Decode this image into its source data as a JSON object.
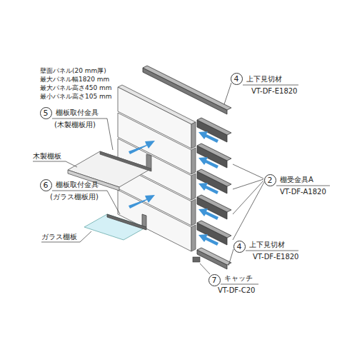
{
  "diagram": {
    "nodes": [
      {
        "text": [
          "4"
        ]
      },
      {
        "text": [
          "5"
        ]
      },
      {
        "text": [
          "2"
        ]
      },
      {
        "text": [
          "6"
        ]
      },
      {
        "text": [
          "4"
        ]
      },
      {
        "text": [
          "7"
        ]
      }
    ],
    "labels": [
      "壁面パネル(20 mm厚)",
      "最大パネル幅1820 mm",
      "最大パネル高さ450 mm",
      "最小パネル高さ105 mm",
      "上下見切材",
      "VT-DF-E1820",
      "棚板取付金具",
      "(木製棚板用)",
      "木製棚板",
      "棚板取付金具",
      "(ガラス棚板用)",
      "ガラス棚板",
      "棚受金具A",
      "VT-DF-A1820",
      "上下見切材",
      "VT-DF-E1820",
      "キャッチ",
      "VT-DF-C20"
    ]
  }
}
